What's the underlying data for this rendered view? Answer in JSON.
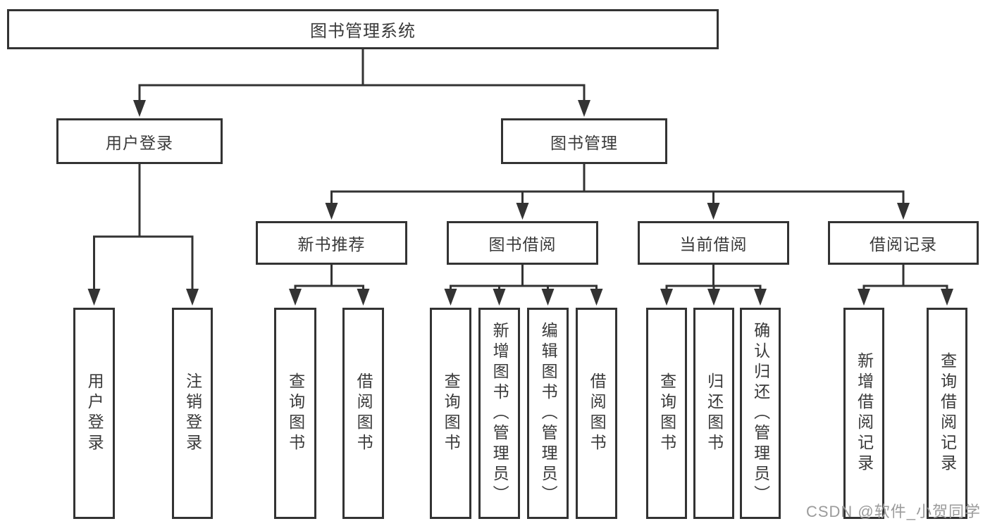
{
  "tree": {
    "root": {
      "label": "图书管理系统"
    },
    "level2": [
      {
        "label": "用户登录",
        "children": [
          "用户登录",
          "注销登录"
        ]
      },
      {
        "label": "图书管理"
      }
    ],
    "level3": [
      {
        "label": "新书推荐",
        "children": [
          "查询图书",
          "借阅图书"
        ]
      },
      {
        "label": "图书借阅",
        "children": [
          "查询图书",
          "新增图书（管理员）",
          "编辑图书（管理员）",
          "借阅图书"
        ]
      },
      {
        "label": "当前借阅",
        "children": [
          "查询图书",
          "归还图书",
          "确认归还（管理员）"
        ]
      },
      {
        "label": "借阅记录",
        "children": [
          "新增借阅记录",
          "查询借阅记录"
        ]
      }
    ]
  },
  "watermark": {
    "text": "CSDN @软件_小贺同学"
  },
  "colors": {
    "line": "#333333",
    "box_border": "#333333",
    "box_background": "#ffffff",
    "text": "#3a3a3a",
    "watermark": "#9b9b9b"
  }
}
